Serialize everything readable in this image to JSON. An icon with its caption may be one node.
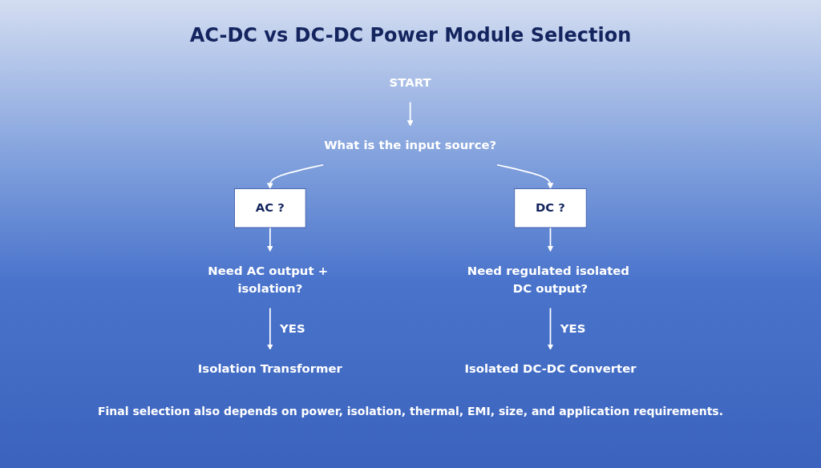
{
  "diagram": {
    "title": "AC-DC vs DC-DC Power Module Selection",
    "nodes": [
      {
        "text": [
          "START"
        ]
      },
      {
        "text": [
          "What is the input source?"
        ]
      },
      {
        "text": [
          "AC ?"
        ]
      },
      {
        "text": [
          "DC ?"
        ]
      },
      {
        "text": [
          "Need AC output + isolation?"
        ]
      },
      {
        "text": [
          "Need regulated isolated DC output?"
        ]
      },
      {
        "text": [
          "Isolation Transformer"
        ]
      },
      {
        "text": [
          "Isolated DC-DC Converter"
        ]
      }
    ],
    "edges": [
      {
        "from": 0,
        "to": 1,
        "arrow": "to"
      },
      {
        "from": 1,
        "to": 2,
        "arrow": "to"
      },
      {
        "from": 1,
        "to": 3,
        "arrow": "to"
      },
      {
        "from": 2,
        "to": 4,
        "arrow": "to"
      },
      {
        "from": 3,
        "to": 5,
        "arrow": "to"
      },
      {
        "from": 4,
        "to": 6,
        "arrow": "to",
        "label": "YES"
      },
      {
        "from": 5,
        "to": 7,
        "arrow": "to",
        "label": "YES"
      }
    ],
    "caption": "Final selection also depends on power, isolation, thermal, EMI, size, and application requirements."
  }
}
